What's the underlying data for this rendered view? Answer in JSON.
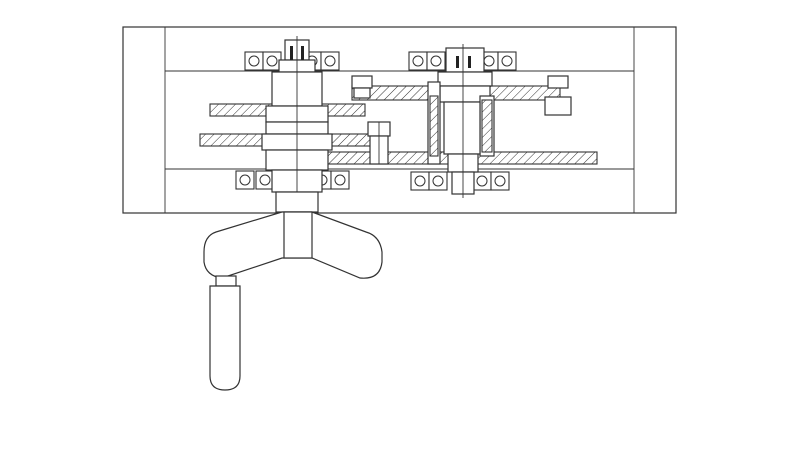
{
  "drawing": {
    "type": "mechanical-assembly-drawing",
    "components": [
      "housing-frame",
      "top-bearing-row",
      "bottom-bearing-row",
      "left-shaft",
      "right-shaft",
      "gear-plates",
      "hub-wheel",
      "handle-arm",
      "handle-grip"
    ]
  },
  "colors": {
    "line": "#333333",
    "background": "#ffffff",
    "fill": "#222222"
  }
}
